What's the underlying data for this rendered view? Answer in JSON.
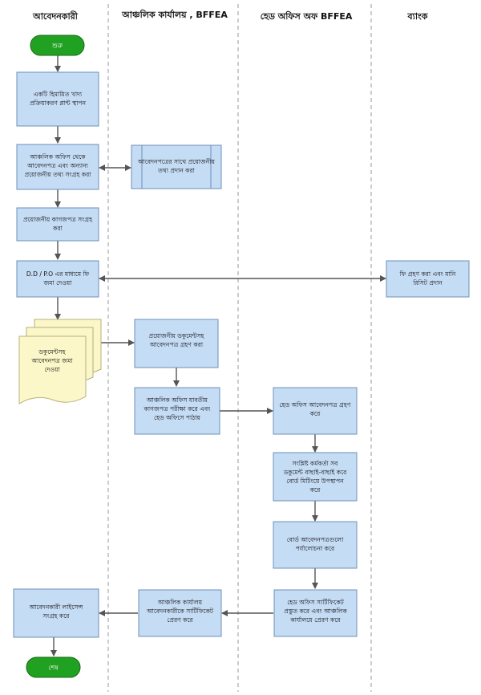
{
  "lanes": [
    "আবেদনকারী",
    "আঞ্চলিক কার্যালয় , BFFEA",
    "হেড অফিস অফ BFFEA",
    "ব্যাংক"
  ],
  "terminals": {
    "start": "শুরু",
    "end": "শেষ"
  },
  "steps": {
    "s1": [
      "একটি হিমায়িত খাদ্য",
      "প্রক্রিয়াকরণ প্লান্ট স্থাপন"
    ],
    "s2": [
      "আঞ্চলিক অফিস থেকে",
      "আবেদনপত্র এবং অন্যান্য",
      "প্রয়োজনীয় তথ্য সংগ্রহ করা"
    ],
    "s2b": [
      "আবেদনপত্রের সাথে প্রয়োজনীয়",
      "তথ্য প্রদান করা"
    ],
    "s3": [
      "প্রয়োজনীয় কাগজপত্র সংগ্রহ",
      "করা"
    ],
    "s4": [
      "D.D / P.O এর মাধ্যমে ফি",
      "জমা দেওয়া"
    ],
    "s4b": [
      "ফি গ্রহণ করা এবং মানি",
      "রিসিট প্রদান"
    ],
    "s5": [
      "ডকুমেন্টসহ",
      "আবেদনপত্র জমা",
      "দেওয়া"
    ],
    "s6": [
      "প্রয়োজনীয় ডকুমেন্টসহ",
      "আবেদনপত্র গ্রহণ করা"
    ],
    "s7": [
      "আঞ্চলিক অফিস যাবতীয়",
      "কাগজপত্র পরীক্ষা করে এবং",
      "হেড অফিসে পাঠায়"
    ],
    "s8": [
      "হেড অফিস আবেদনপত্র গ্রহণ",
      "করে"
    ],
    "s9": [
      "সংশ্লিষ্ট কর্মকর্তা সব",
      "ডকুমেন্ট বাছাই-বাছাই করে",
      "বোর্ড মিটিংয়ে উপস্থাপন",
      "করে"
    ],
    "s10": [
      "বোর্ড আবেদনপত্রগুলো",
      "পর্যালোচনা করে"
    ],
    "s11": [
      "হেড অফিস সার্টিফিকেট",
      "প্রস্তুত করে এবং আঞ্চলিক",
      "কার্যালয়ে প্রেরণ করে"
    ],
    "s12": [
      "আঞ্চলিক কার্যালয়",
      "আবেদনকারীকে সার্টিফিকেট",
      "প্রেরণ করে"
    ],
    "s13": [
      "আবেদনকারী লাইসেন্স",
      "সংগ্রহ করে"
    ]
  },
  "colors": {
    "box_fill": "#c5dcf5",
    "box_stroke": "#6d8fb8",
    "terminal_fill": "#21a121",
    "terminal_stroke": "#1a6a1a",
    "document_fill": "#fbf7c8",
    "document_stroke": "#b5b07a",
    "arrow": "#555555",
    "lane_divider": "#9a9a9a"
  }
}
